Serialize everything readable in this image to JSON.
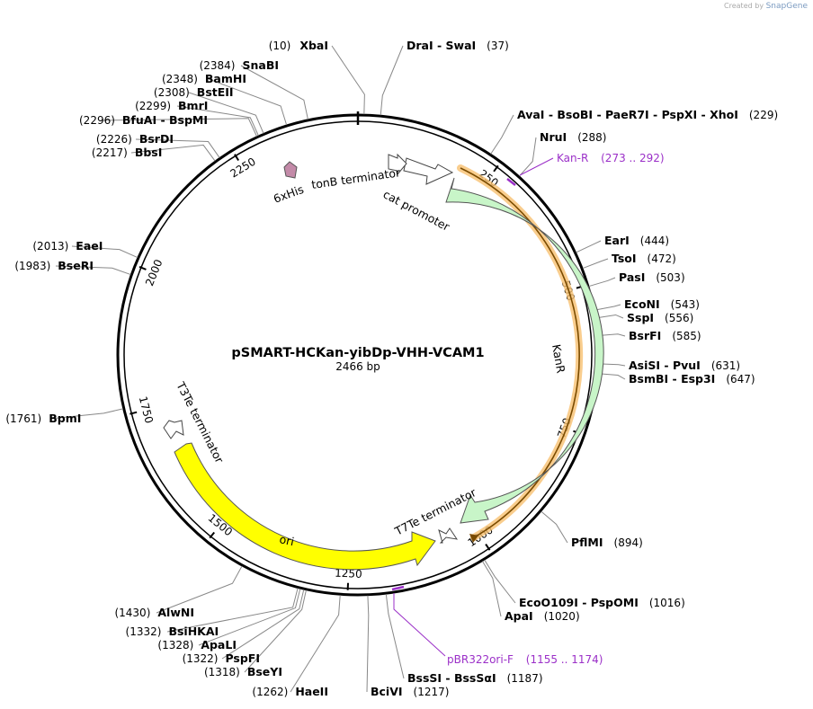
{
  "credit": {
    "created_by": "Created by",
    "brand": "SnapGene"
  },
  "plasmid": {
    "name": "pSMART-HCKan-yibDp-VHH-VCAM1",
    "length_label": "2466 bp",
    "length": 2466
  },
  "ticks": [
    {
      "pos": 250,
      "label": "250"
    },
    {
      "pos": 500,
      "label": "500"
    },
    {
      "pos": 750,
      "label": "750"
    },
    {
      "pos": 1000,
      "label": "1000"
    },
    {
      "pos": 1250,
      "label": "1250"
    },
    {
      "pos": 1500,
      "label": "1500"
    },
    {
      "pos": 1750,
      "label": "1750"
    },
    {
      "pos": 2000,
      "label": "2000"
    },
    {
      "pos": 2250,
      "label": "2250"
    }
  ],
  "sites": [
    {
      "name": "XbaI",
      "pos_text": "(10)",
      "pos": 10
    },
    {
      "name": "DraI  -  SwaI",
      "pos_text": "(37)",
      "pos": 37
    },
    {
      "name": "AvaI  -  BsoBI  -  PaeR7I  -  PspXI  -  XhoI",
      "pos_text": "(229)",
      "pos": 229
    },
    {
      "name": "NruI",
      "pos_text": "(288)",
      "pos": 288
    },
    {
      "name": "EarI",
      "pos_text": "(444)",
      "pos": 444
    },
    {
      "name": "TsoI",
      "pos_text": "(472)",
      "pos": 472
    },
    {
      "name": "PasI",
      "pos_text": "(503)",
      "pos": 503
    },
    {
      "name": "EcoNI",
      "pos_text": "(543)",
      "pos": 543
    },
    {
      "name": "SspI",
      "pos_text": "(556)",
      "pos": 556
    },
    {
      "name": "BsrFI",
      "pos_text": "(585)",
      "pos": 585
    },
    {
      "name": "AsiSI  -  PvuI",
      "pos_text": "(631)",
      "pos": 631
    },
    {
      "name": "BsmBI  -  Esp3I",
      "pos_text": "(647)",
      "pos": 647
    },
    {
      "name": "PflMI",
      "pos_text": "(894)",
      "pos": 894
    },
    {
      "name": "EcoO109I  -  PspOMI",
      "pos_text": "(1016)",
      "pos": 1016
    },
    {
      "name": "ApaI",
      "pos_text": "(1020)",
      "pos": 1020
    },
    {
      "name": "BssSI  -  BssSαI",
      "pos_text": "(1187)",
      "pos": 1187
    },
    {
      "name": "BciVI",
      "pos_text": "(1217)",
      "pos": 1217
    },
    {
      "name": "HaeII",
      "pos_text": "(1262)",
      "pos": 1262
    },
    {
      "name": "BseYI",
      "pos_text": "(1318)",
      "pos": 1318
    },
    {
      "name": "PspFI",
      "pos_text": "(1322)",
      "pos": 1322
    },
    {
      "name": "ApaLI",
      "pos_text": "(1328)",
      "pos": 1328
    },
    {
      "name": "BsiHKAI",
      "pos_text": "(1332)",
      "pos": 1332
    },
    {
      "name": "AlwNI",
      "pos_text": "(1430)",
      "pos": 1430
    },
    {
      "name": "BpmI",
      "pos_text": "(1761)",
      "pos": 1761
    },
    {
      "name": "BseRI",
      "pos_text": "(1983)",
      "pos": 1983
    },
    {
      "name": "EaeI",
      "pos_text": "(2013)",
      "pos": 2013
    },
    {
      "name": "BbsI",
      "pos_text": "(2217)",
      "pos": 2217
    },
    {
      "name": "BsrDI",
      "pos_text": "(2226)",
      "pos": 2226
    },
    {
      "name": "BfuAI  -  BspMI",
      "pos_text": "(2296)",
      "pos": 2296
    },
    {
      "name": "BmrI",
      "pos_text": "(2299)",
      "pos": 2299
    },
    {
      "name": "BstEII",
      "pos_text": "(2308)",
      "pos": 2308
    },
    {
      "name": "BamHI",
      "pos_text": "(2348)",
      "pos": 2348
    },
    {
      "name": "SnaBI",
      "pos_text": "(2384)",
      "pos": 2384
    }
  ],
  "features": [
    {
      "name": "KanR",
      "color": "#c8f5c8"
    },
    {
      "name": "ori",
      "color": "#ffff00"
    },
    {
      "name": "cat promoter",
      "color": "#ffffff"
    },
    {
      "name": "tonB terminator",
      "color": "#ffffff"
    },
    {
      "name": "T7Te terminator",
      "color": "#ffffff"
    },
    {
      "name": "T3Te terminator",
      "color": "#ffffff"
    },
    {
      "name": "6xHis",
      "color": "#c38aa8"
    }
  ],
  "primers": [
    {
      "name": "Kan-R",
      "range": "(273 .. 292)"
    },
    {
      "name": "pBR322ori-F",
      "range": "(1155 .. 1174)"
    }
  ],
  "colors": {
    "backbone": "#000000",
    "primer": "#9b30c8",
    "highlight": "#f5a623"
  }
}
